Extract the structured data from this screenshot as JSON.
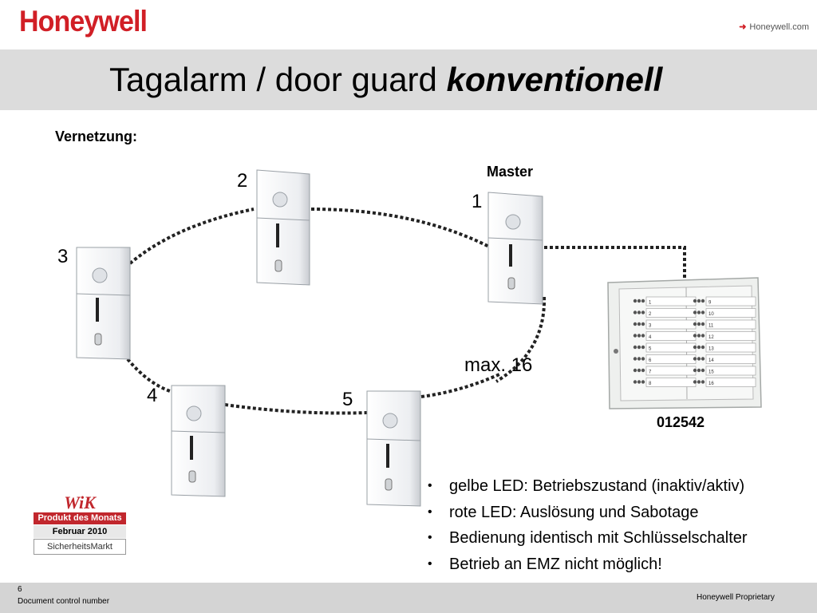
{
  "header": {
    "logo": "Honeywell",
    "link": "Honeywell.com",
    "title_regular": "Tagalarm / door guard ",
    "title_bold": "konventionell"
  },
  "diagram": {
    "subheading": "Vernetzung:",
    "master_label": "Master",
    "device_numbers": [
      "1",
      "2",
      "3",
      "4",
      "5"
    ],
    "max_label": "max. 16",
    "panel_code": "012542",
    "panel_rows_left": [
      "1",
      "2",
      "3",
      "4",
      "5",
      "6",
      "7",
      "8"
    ],
    "panel_rows_right": [
      "9",
      "10",
      "11",
      "12",
      "13",
      "14",
      "15",
      "16"
    ]
  },
  "bullets": [
    "gelbe LED: Betriebszustand (inaktiv/aktiv)",
    "rote LED: Auslösung und Sabotage",
    "Bedienung identisch mit Schlüsselschalter",
    "Betrieb an EMZ nicht möglich!"
  ],
  "badge": {
    "brand": "WiK",
    "line1": "Produkt des Monats",
    "line2": "Februar 2010",
    "line3": "SicherheitsMarkt"
  },
  "footer": {
    "page": "6",
    "doc": "Document control number",
    "proprietary": "Honeywell Proprietary"
  },
  "colors": {
    "brand_red": "#d11f26",
    "title_band": "#dcdcdc",
    "footer_band": "#d4d4d4",
    "device_body": "#f2f3f5",
    "panel_body": "#eef0ee"
  }
}
